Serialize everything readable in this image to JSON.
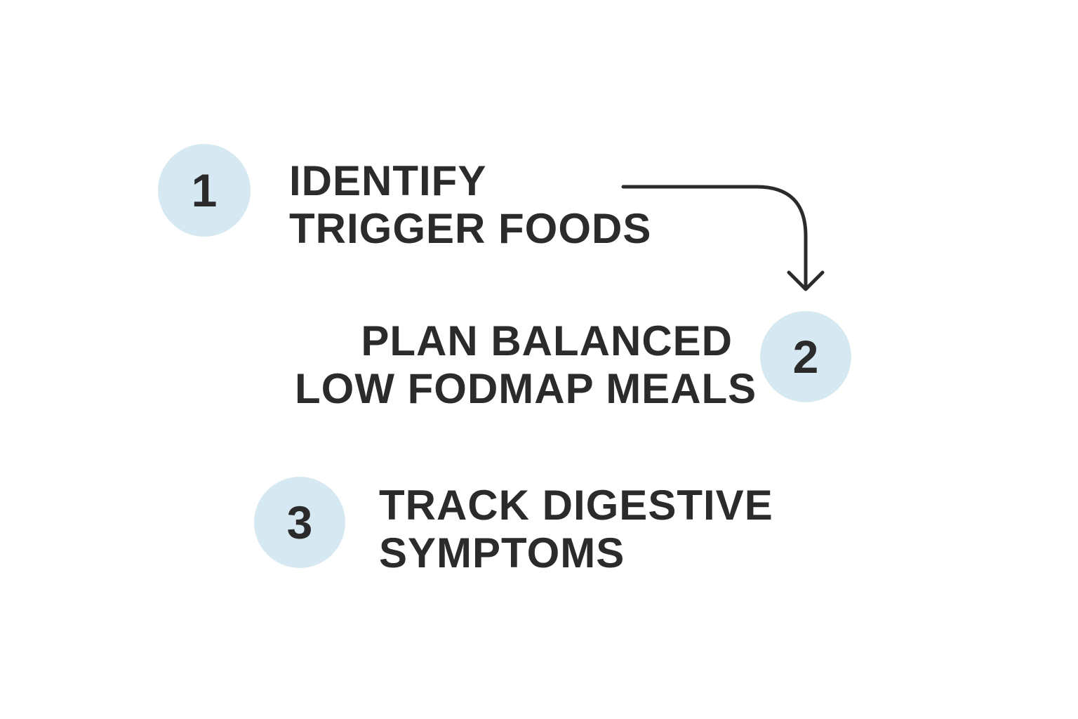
{
  "colors": {
    "circle_fill": "#d6e9f3",
    "text": "#2b2b2b",
    "arrow": "#2b2b2b",
    "background": "#ffffff"
  },
  "steps": [
    {
      "number": "1",
      "line1": "IDENTIFY",
      "line2": "TRIGGER FOODS"
    },
    {
      "number": "2",
      "line1": "PLAN BALANCED",
      "line2": "LOW FODMAP MEALS"
    },
    {
      "number": "3",
      "line1": "TRACK DIGESTIVE",
      "line2": "SYMPTOMS"
    }
  ],
  "connectors": [
    {
      "from": "1",
      "to": "2",
      "icon": "arrow-down-icon"
    }
  ]
}
